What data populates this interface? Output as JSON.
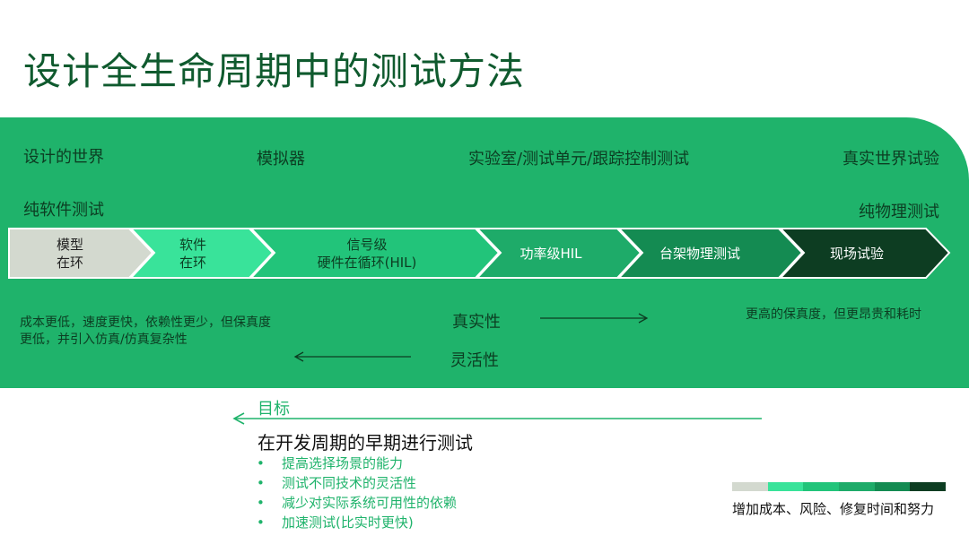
{
  "title": "设计全生命周期中的测试方法",
  "categories": {
    "design_world": "设计的世界",
    "simulator": "模拟器",
    "lab": "实验室/测试单元/跟踪控制测试",
    "real_world": "真实世界试验",
    "pure_software": "纯软件测试",
    "pure_physical": "纯物理测试"
  },
  "stages": [
    {
      "lines": [
        "模型",
        "在环"
      ],
      "fill": "#d3d9cf",
      "text_color": "#222222"
    },
    {
      "lines": [
        "软件",
        "在环"
      ],
      "fill": "#39e39a",
      "text_color": "#0c3d22"
    },
    {
      "lines": [
        "信号级",
        "硬件在循环(HIL)"
      ],
      "fill": "#22c47a",
      "text_color": "#0c3d22"
    },
    {
      "lines": [
        "功率级HIL"
      ],
      "fill": "#1eab69",
      "text_color": "#ffffff"
    },
    {
      "lines": [
        "台架物理测试"
      ],
      "fill": "#148b52",
      "text_color": "#ffffff"
    },
    {
      "lines": [
        "现场试验"
      ],
      "fill": "#0d3d22",
      "text_color": "#ffffff"
    }
  ],
  "notes": {
    "left_line1": "成本更低，速度更快，依赖性更少，但保真度",
    "left_line2": "更低，并引入仿真/仿真复杂性",
    "right": "更高的保真度，但更昂贵和耗时"
  },
  "metrics": {
    "realism": "真实性",
    "flexibility": "灵活性"
  },
  "goal": {
    "label": "目标",
    "heading": "在开发周期的早期进行测试",
    "bullet_symbol": "•",
    "bullets": [
      "提高选择场景的能力",
      "测试不同技术的灵活性",
      "减少对实际系统可用性的依赖",
      "加速测试(比实时更快)"
    ]
  },
  "legend": {
    "colors": [
      "#d3d9cf",
      "#39e39a",
      "#22c47a",
      "#1eab69",
      "#148b52",
      "#0d3d22"
    ],
    "text": "增加成本、风险、修复时间和努力"
  },
  "colors": {
    "band": "#1fb36b",
    "title": "#0f5a2e",
    "dark_text": "#0c3d22",
    "accent": "#1fb36b"
  }
}
